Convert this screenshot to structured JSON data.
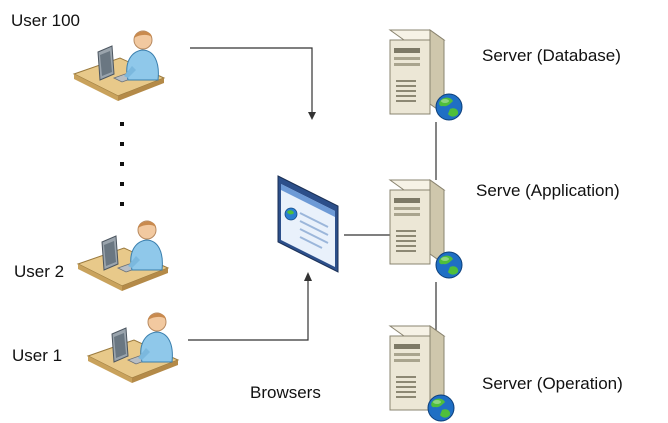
{
  "users": [
    {
      "id": "user-100",
      "label": "User 100"
    },
    {
      "id": "user-2",
      "label": "User 2"
    },
    {
      "id": "user-1",
      "label": "User 1"
    }
  ],
  "browser": {
    "label": "Browsers"
  },
  "servers": [
    {
      "id": "database",
      "label": "Server (Database)"
    },
    {
      "id": "application",
      "label": "Serve (Application)"
    },
    {
      "id": "operation",
      "label": "Server (Operation)"
    }
  ],
  "colors": {
    "connector": "#333333",
    "desk": "#e8c98a",
    "person": "#8fc8ea",
    "server_body": "#ece7d6",
    "globe": "#1f6fc4"
  },
  "icons": {
    "user": "user-at-computer-icon",
    "browser": "browser-window-icon",
    "server": "server-tower-icon",
    "globe": "globe-icon"
  }
}
